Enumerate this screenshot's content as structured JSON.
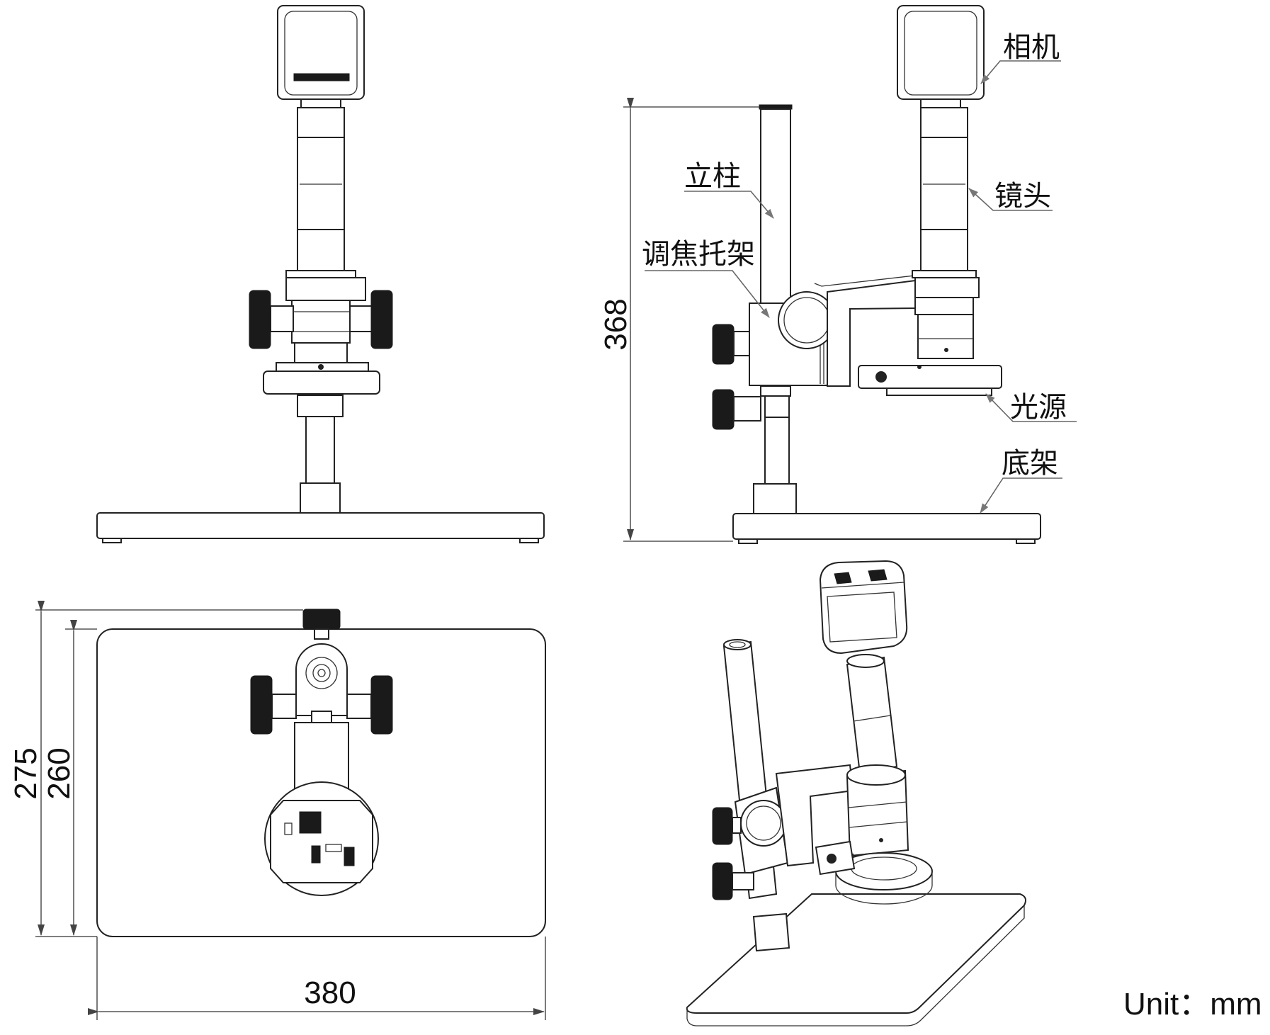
{
  "labels": {
    "camera": "相机",
    "column": "立柱",
    "lens": "镜头",
    "focus_bracket": "调焦托架",
    "light_source": "光源",
    "base": "底架"
  },
  "dimensions": {
    "height": "368",
    "depth_outer": "275",
    "depth_inner": "260",
    "width": "380"
  },
  "unit": "Unit：mm"
}
